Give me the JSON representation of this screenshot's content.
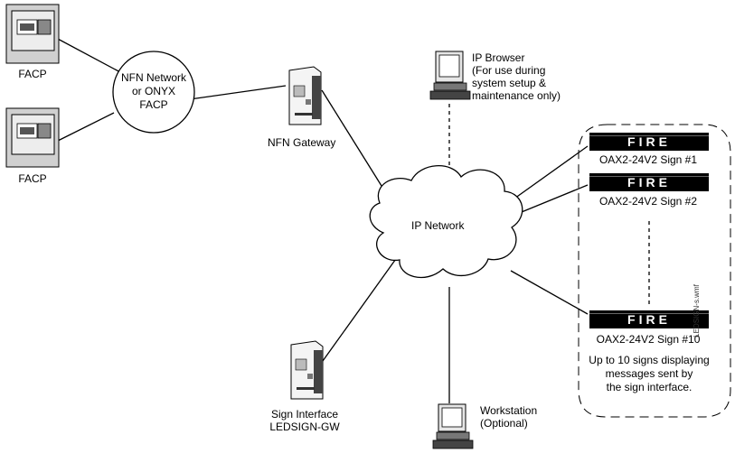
{
  "facp_top": {
    "label": "FACP"
  },
  "facp_bottom": {
    "label": "FACP"
  },
  "nfn_network": {
    "line1": "NFN Network",
    "line2": "or ONYX",
    "line3": "FACP"
  },
  "nfn_gateway": {
    "label": "NFN Gateway"
  },
  "ip_browser": {
    "line1": "IP Browser",
    "line2": "(For use during",
    "line3": "system setup &",
    "line4": "maintenance only)"
  },
  "ip_network": {
    "label": "IP Network"
  },
  "signs": [
    {
      "display": "FIRE",
      "caption": "OAX2-24V2 Sign #1"
    },
    {
      "display": "FIRE",
      "caption": "OAX2-24V2 Sign #2"
    },
    {
      "display": "FIRE",
      "caption": "OAX2-24V2 Sign #10"
    }
  ],
  "signs_note": {
    "line1": "Up to 10 signs displaying",
    "line2": "messages sent by",
    "line3": "the sign interface."
  },
  "sign_interface": {
    "line1": "Sign Interface",
    "line2": "LEDSIGN-GW"
  },
  "workstation": {
    "line1": "Workstation",
    "line2": "(Optional)"
  },
  "side_label": {
    "text": "LEDSIGN-s.wmf"
  }
}
